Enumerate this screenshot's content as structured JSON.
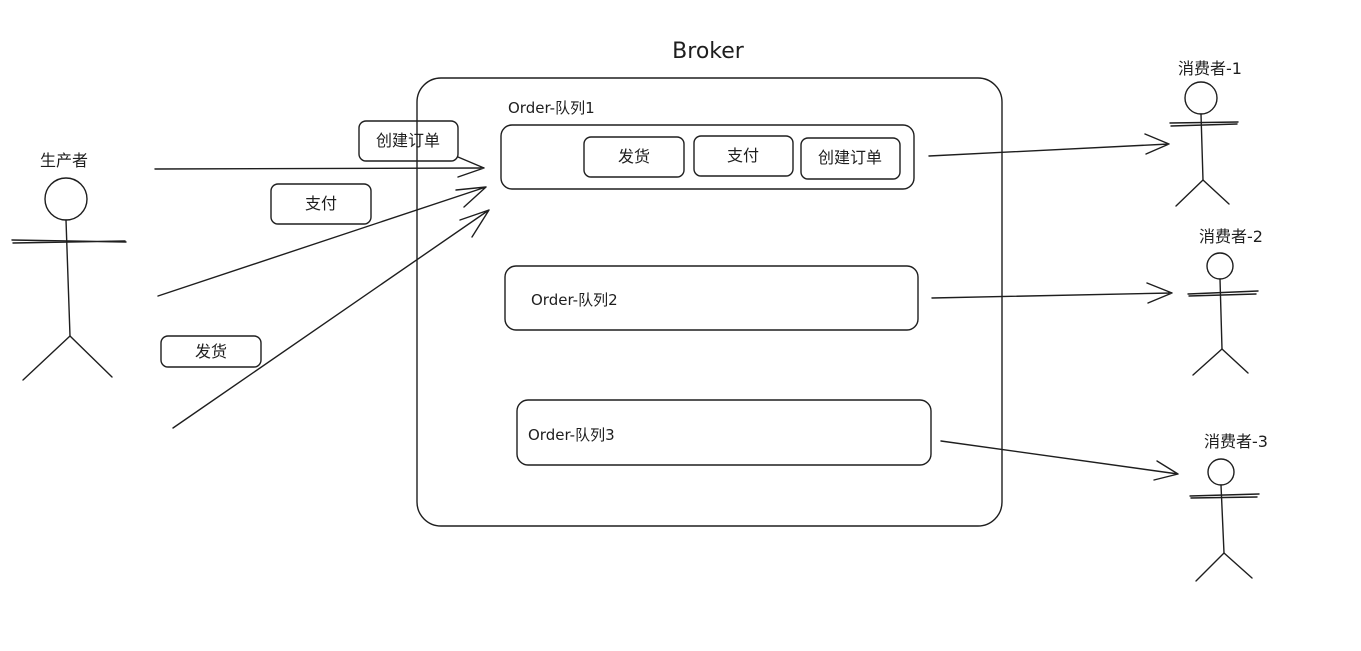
{
  "broker": {
    "title": "Broker"
  },
  "producer": {
    "label": "生产者"
  },
  "messages_in_flight": [
    {
      "label": "创建订单"
    },
    {
      "label": "支付"
    },
    {
      "label": "发货"
    }
  ],
  "queues": [
    {
      "label": "Order-队列1",
      "messages": [
        {
          "label": "发货"
        },
        {
          "label": "支付"
        },
        {
          "label": "创建订单"
        }
      ]
    },
    {
      "label": "Order-队列2",
      "messages": []
    },
    {
      "label": "Order-队列3",
      "messages": []
    }
  ],
  "consumers": [
    {
      "label": "消费者-1"
    },
    {
      "label": "消费者-2"
    },
    {
      "label": "消费者-3"
    }
  ]
}
